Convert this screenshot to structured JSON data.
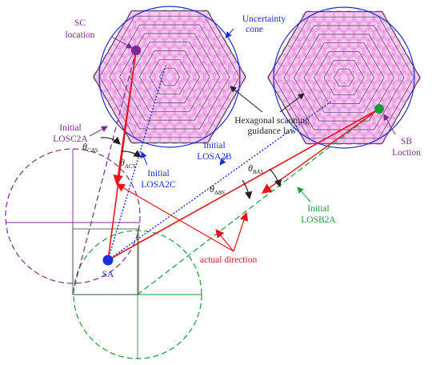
{
  "labels": {
    "sc_line1": "SC",
    "sc_line2": "location",
    "uncertainty_line1": "Uncertainty",
    "uncertainty_line2": "cone",
    "hex_line1": "Hexagonal scanning",
    "hex_line2": "guidance law",
    "losc2a_line1": "Initial",
    "losc2a_line2": "LOSC2A",
    "losa2c_line1": "Initial",
    "losa2c_line2": "LOSA2C",
    "losa2b_line1": "Initial",
    "losa2b_line2": "LOSA2B",
    "losb2a_line1": "Initial",
    "losb2a_line2": "LOSB2A",
    "sb_line1": "SB",
    "sb_line2": "Loction",
    "sa": "SA",
    "actual_direction": "actual direction"
  },
  "angles": {
    "cas": {
      "symbol": "θ",
      "sub": "CAS"
    },
    "acs": {
      "symbol": "θ",
      "sub": "ACS"
    },
    "abs": {
      "symbol": "θ",
      "sub": "ABS"
    },
    "bas": {
      "symbol": "θ",
      "sub": "BAS"
    }
  },
  "colors": {
    "magenta": "#e58ee0",
    "magenta_dark": "#d46bd0",
    "purple": "#7a2b8f",
    "blue": "#1a2fd6",
    "red": "#e3171b",
    "green": "#1a9a3a",
    "black": "#222222"
  }
}
